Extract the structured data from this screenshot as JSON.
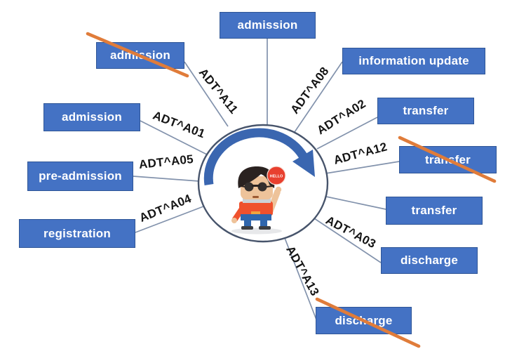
{
  "diagram": {
    "description": "ADT message cycle diagram",
    "nodes": [
      {
        "label": "admission",
        "crossed": false
      },
      {
        "label": "admission",
        "crossed": true
      },
      {
        "label": "admission",
        "crossed": false
      },
      {
        "label": "pre-admission",
        "crossed": false
      },
      {
        "label": "registration",
        "crossed": false
      },
      {
        "label": "information update",
        "crossed": false
      },
      {
        "label": "transfer",
        "crossed": false
      },
      {
        "label": "transfer",
        "crossed": true
      },
      {
        "label": "transfer",
        "crossed": false
      },
      {
        "label": "discharge",
        "crossed": false
      },
      {
        "label": "discharge",
        "crossed": true
      }
    ],
    "edges": {
      "a01": "ADT^A01",
      "a02": "ADT^A02",
      "a03": "ADT^A03",
      "a04": "ADT^A04",
      "a05": "ADT^A05",
      "a08": "ADT^A08",
      "a11": "ADT^A11",
      "a12": "ADT^A12",
      "a13": "ADT^A13"
    },
    "center": {
      "sign_text": "HELLO"
    },
    "colors": {
      "node_fill": "#4472c4",
      "node_border": "#2e5596",
      "connector": "#8292ac",
      "circle_border": "#47546b",
      "strike": "#e07c3a",
      "arrow": "#3a66b0",
      "sign": "#e8402f"
    }
  }
}
